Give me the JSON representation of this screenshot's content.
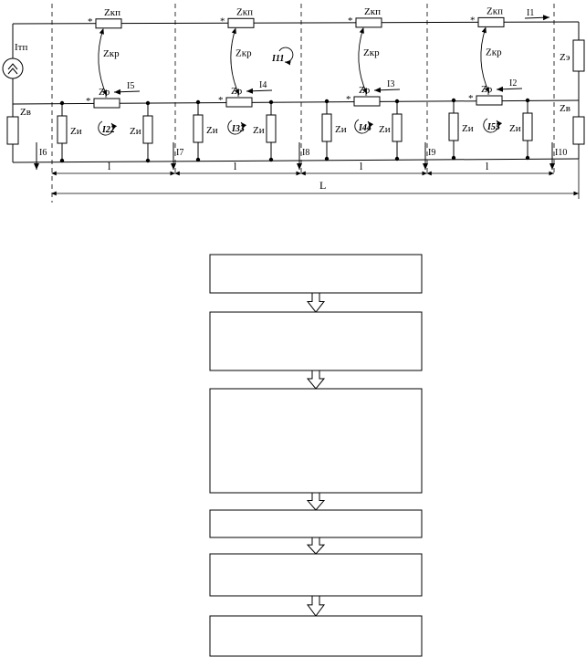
{
  "circuit": {
    "source_label": "Iтп",
    "zv_label": "Zв",
    "ze_label": "Zэ",
    "zkp_label": "Zкп",
    "zkr_label": "Zкр",
    "zr_label": "Zр",
    "zi_label": "Zи",
    "star_mark": "*",
    "rail_currents": [
      "I5",
      "I4",
      "I3",
      "I2"
    ],
    "top_current": "I1",
    "ground_currents": [
      "I6",
      "I7",
      "I8",
      "I9",
      "I10"
    ],
    "loops_upper": [
      "I11"
    ],
    "loops_lower": [
      "I22",
      "I33",
      "I44",
      "I55"
    ],
    "segment_label": "l",
    "total_label": "L"
  },
  "flowchart": {
    "blocks": [
      "",
      "",
      "",
      "",
      "",
      ""
    ]
  }
}
